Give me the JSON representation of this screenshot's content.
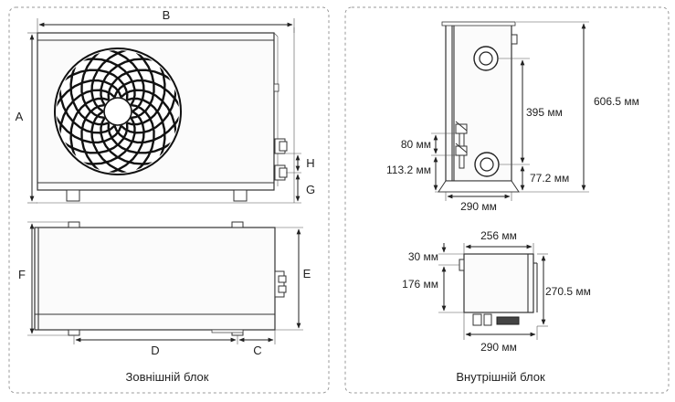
{
  "outdoor": {
    "caption": "Зовнішній блок",
    "labels": {
      "A": "A",
      "B": "B",
      "C": "C",
      "D": "D",
      "E": "E",
      "F": "F",
      "G": "G",
      "H": "H"
    }
  },
  "indoor": {
    "caption": "Внутрішній блок",
    "front": {
      "height": "606.5 мм",
      "pipe_spacing": "395 мм",
      "pipe_offset_1": "80 мм",
      "bottom_height": "113.2 мм",
      "side_offset": "77.2 мм",
      "width": "290 мм"
    },
    "top": {
      "depth": "256 мм",
      "offset_top": "30 мм",
      "side": "176 мм",
      "height": "270.5 мм",
      "width": "290 мм"
    }
  },
  "colors": {
    "frame": "#9a9a9a",
    "line": "#222222",
    "fill": "#f4f4f4",
    "fan": "#1a1a1a"
  }
}
